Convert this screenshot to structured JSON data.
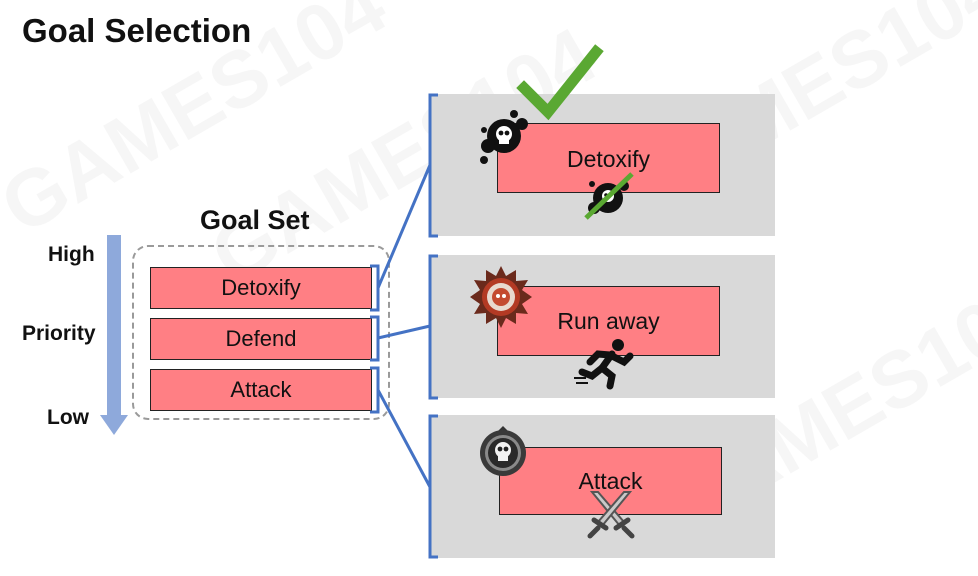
{
  "title": "Goal Selection",
  "goal_set": {
    "title": "Goal Set",
    "items": [
      "Detoxify",
      "Defend",
      "Attack"
    ]
  },
  "priority": {
    "high": "High",
    "label": "Priority",
    "low": "Low"
  },
  "actions": [
    {
      "label": "Detoxify",
      "icon": "poison-skull-icon",
      "sub_icon": "crossed-out-poison-icon",
      "selected": true
    },
    {
      "label": "Run away",
      "icon": "spiked-badge-icon",
      "sub_icon": "running-figure-icon",
      "selected": false
    },
    {
      "label": "Attack",
      "icon": "skull-badge-icon",
      "sub_icon": "crossed-swords-icon",
      "selected": false
    }
  ],
  "watermarks": [
    "GAMES104",
    "GAMES104",
    "GAMES104",
    "GAMES104"
  ],
  "colors": {
    "goal_fill": "#ff7f84",
    "panel_bg": "#d9d9d9",
    "bracket_line": "#4472c4",
    "check_green": "#5aa832",
    "priority_arrow": "#8ea9db"
  }
}
